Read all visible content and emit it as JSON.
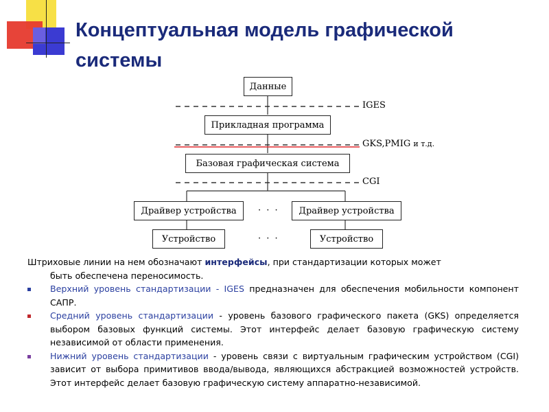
{
  "title": "Концептуальная модель графической системы",
  "diagram": {
    "boxes": {
      "data": "Данные",
      "app": "Прикладная программа",
      "base": "Базовая графическая система",
      "driver_left": "Драйвер устройства",
      "driver_right": "Драйвер устройства",
      "device_left": "Устройство",
      "device_right": "Устройство"
    },
    "interfaces": {
      "iges": "IGES",
      "gks": "GKS,PMIG",
      "gks_suffix": "и т.д.",
      "cgi": "CGI"
    },
    "ellipsis": "· · ·"
  },
  "text": {
    "intro_prefix": "Штриховые линии на нем обозначают ",
    "intro_highlight": "интерфейсы",
    "intro_suffix": ", при стандартизации которых может",
    "intro_cont": "быть обеспечена переносимость.",
    "bullets": [
      {
        "term": "Верхний уровень стандартизации - IGES",
        "rest": " предназначен для обеспечения мобильности компонент САПР."
      },
      {
        "term": "Средний уровень стандартизации",
        "rest": " - уровень базового графического пакета (GKS) определяется выбором базовых функций системы. Этот интерфейс делает базовую графическую систему независимой от области применения."
      },
      {
        "term": "Нижний уровень стандартизации",
        "rest": " - уровень связи с виртуальным графическим устройством (CGI) зависит от выбора примитивов ввода/вывода, являющихся абстракцией возможностей устройств. Этот интерфейс делает базовую графическую систему аппаратно-независимой."
      }
    ]
  },
  "colors": {
    "title": "#1a2a7a",
    "term": "#2a3fa0",
    "bullet_markers": [
      "#2a3fa0",
      "#c0282d",
      "#7a3fa0"
    ],
    "gks_underline": "#e0282d"
  }
}
